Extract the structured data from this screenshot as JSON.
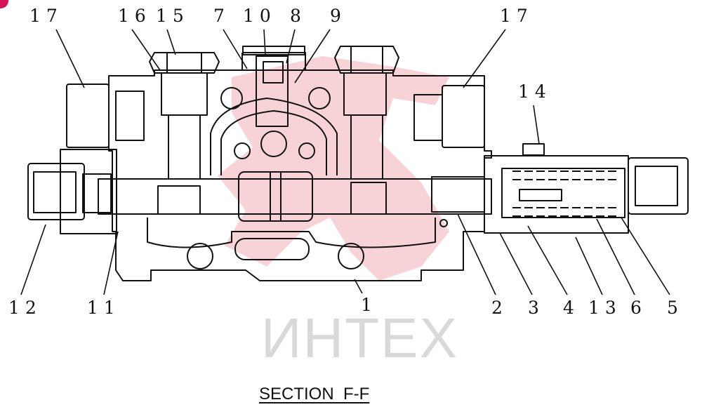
{
  "section_title": "SECTION  F-F",
  "watermark": {
    "text": "ИНТЕХ",
    "color": "#f2b8c0"
  },
  "colors": {
    "ink": "#111111",
    "badge": "#d4145a",
    "watermark_text": "#d9d9d9"
  },
  "callouts": {
    "c17_left": "1 7",
    "c16": "1 6",
    "c15": "1 5",
    "c7": "7",
    "c10": "1 0",
    "c8": "8",
    "c9": "9",
    "c17_right": "1 7",
    "c14": "1 4",
    "c12": "1 2",
    "c11": "1 1",
    "c1": "1",
    "c2": "2",
    "c3": "3",
    "c4": "4",
    "c13": "1 3",
    "c6": "6",
    "c5": "5"
  }
}
